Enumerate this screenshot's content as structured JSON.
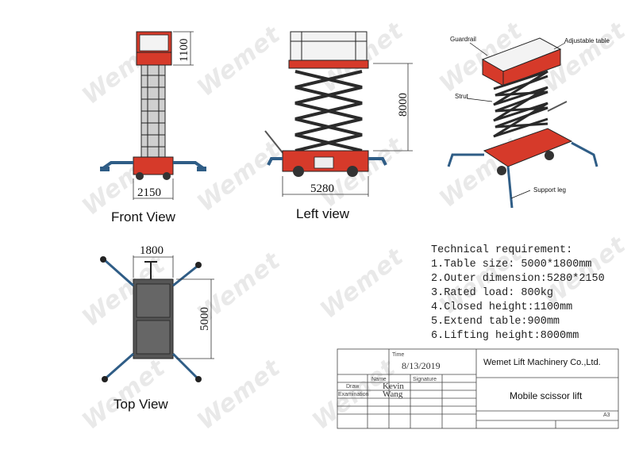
{
  "watermark": "Wemet",
  "views": {
    "front": "Front View",
    "left": "Left view",
    "top": "Top View"
  },
  "dimensions": {
    "front_height": "1100",
    "front_width": "2150",
    "left_height": "8000",
    "left_width": "5280",
    "top_width": "1800",
    "top_length": "5000"
  },
  "callouts": {
    "guardrail": "Guardrail",
    "adjustable_table": "Adjustable table",
    "strut": "Strut",
    "support_leg": "Support leg"
  },
  "requirements": {
    "heading": "Technical requirement:",
    "items": [
      "1.Table size: 5000*1800mm",
      "2.Outer dimension:5280*2150",
      "3.Rated load: 800kg",
      "4.Closed height:1100mm",
      "5.Extend table:900mm",
      "6.Lifting height:8000mm"
    ]
  },
  "title_block": {
    "time_label": "Time",
    "date": "8/13/2019",
    "company": "Wemet Lift Machinery Co.,Ltd.",
    "name_label": "Name",
    "signature_label": "Signature",
    "draw_label": "Draw",
    "draw_name": "Kevin",
    "examination_label": "Examination",
    "examination_name": "Wang",
    "product": "Mobile scissor lift",
    "sheet_size": "A3"
  },
  "colors": {
    "platform_red": "#d63a2a",
    "leg_blue": "#2f5d86",
    "scissor_dark": "#2a2a2a"
  }
}
